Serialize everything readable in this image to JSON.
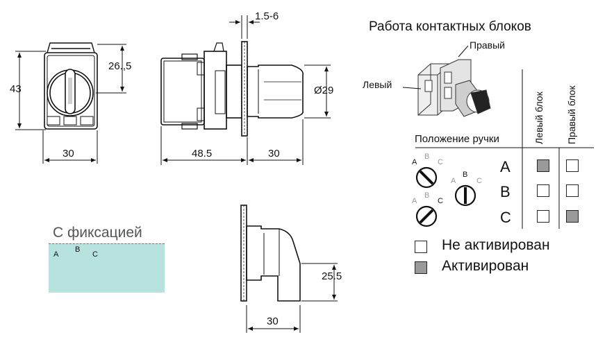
{
  "dimensions": {
    "height_total": "43",
    "height_upper": "26.,5",
    "width_front": "30",
    "flange": "1.5-6",
    "diameter": "Ø29",
    "body_length": "48.5",
    "head_length": "30",
    "knob_height": "25.5",
    "knob_depth": "30"
  },
  "fixation": {
    "title": "С фиксацией",
    "letters": [
      "A",
      "B",
      "C"
    ],
    "color": "#b7e2dd"
  },
  "contact_table": {
    "title": "Работа контактных блоков",
    "left_label": "Левый",
    "right_label": "Правый",
    "handle_header": "Положение ручки",
    "col_headers": [
      "Левый блок",
      "Правый блок"
    ],
    "rows": [
      {
        "pos": "A",
        "left": true,
        "right": false
      },
      {
        "pos": "B",
        "left": false,
        "right": false
      },
      {
        "pos": "C",
        "left": false,
        "right": true
      }
    ],
    "dial_letters": [
      "A",
      "B",
      "C"
    ]
  },
  "legend": {
    "inactive": "Не активирован",
    "active": "Активирован",
    "inactive_color": "#ffffff",
    "active_color": "#9a9a9a"
  }
}
